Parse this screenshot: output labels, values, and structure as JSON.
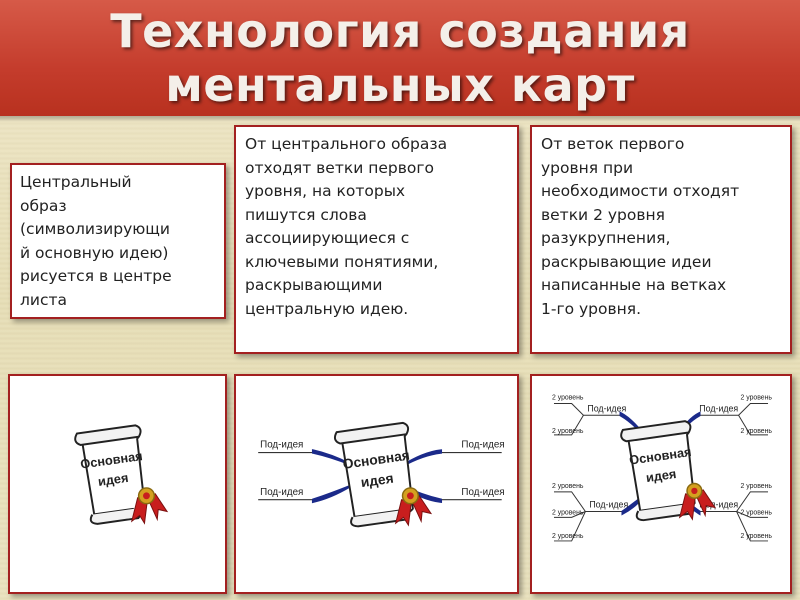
{
  "title": {
    "line1": "Технология создания",
    "line2": "ментальных карт"
  },
  "boxes": [
    {
      "lines": [
        "Центральный",
        "образ",
        "(символизирующи",
        "й основную идею)",
        "рисуется в центре",
        "листа"
      ]
    },
    {
      "lines": [
        "От центрального образа",
        "отходят ветки первого",
        "уровня, на которых",
        "пишутся слова",
        "ассоциирующиеся с",
        "ключевыми понятиями,",
        "раскрывающими",
        "центральную идею."
      ]
    },
    {
      "lines": [
        "От веток первого",
        "уровня при",
        "необходимости отходят",
        "ветки 2 уровня",
        "разукрупнения,",
        "раскрывающие идеи",
        "написанные на ветках",
        "1-го уровня."
      ]
    }
  ],
  "diagram": {
    "central_line1": "Основная",
    "central_line2": "идея",
    "branch_label": "Под-идея",
    "level2_label": "2 уровень"
  },
  "colors": {
    "title_bg": "#c43c2c",
    "border": "#a32020",
    "branch": "#1b2a8a",
    "seal": "#d4a020",
    "ribbon": "#c81e1e"
  }
}
